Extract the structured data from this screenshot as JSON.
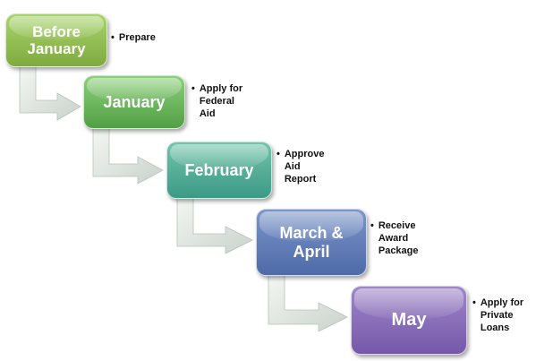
{
  "diagram": {
    "steps": [
      {
        "label": "Before\nJanuary",
        "note": "Prepare",
        "color": "#8fbf4f"
      },
      {
        "label": "January",
        "note": "Apply for\nFederal\nAid",
        "color": "#5fae50"
      },
      {
        "label": "February",
        "note": "Approve\nAid\nReport",
        "color": "#48a890"
      },
      {
        "label": "March &\nApril",
        "note": "Receive\nAward\nPackage",
        "color": "#5b77b5"
      },
      {
        "label": "May",
        "note": "Apply for\nPrivate\nLoans",
        "color": "#8565b8"
      }
    ],
    "bullet": "•",
    "connector_color": "#d9e1dc"
  }
}
